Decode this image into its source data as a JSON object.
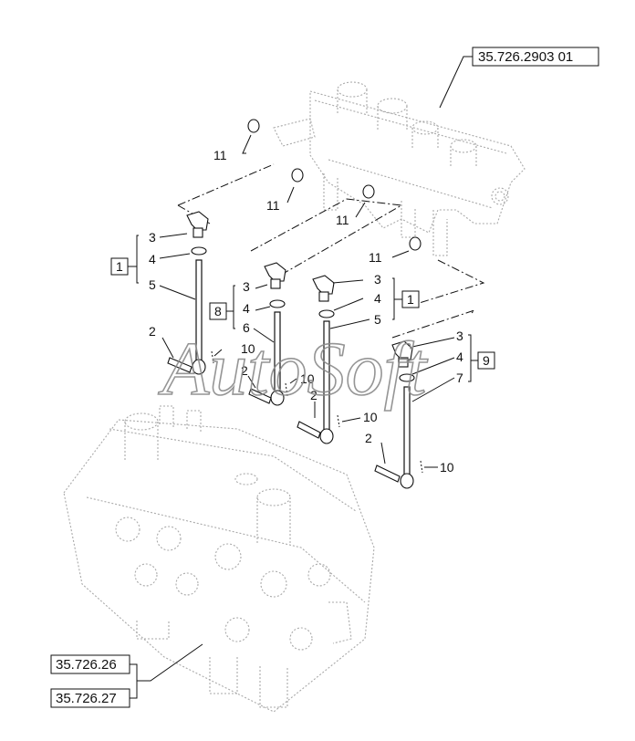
{
  "references": {
    "top_right": "35.726.2903 01",
    "bottom_left_1": "35.726.26",
    "bottom_left_2": "35.726.27"
  },
  "group_boxes": {
    "left": "1",
    "middle": "8",
    "right": "1",
    "far_right": "9"
  },
  "callouts": {
    "left": {
      "a": "3",
      "b": "4",
      "c": "5",
      "bolt": "2",
      "pin": "10"
    },
    "middle": {
      "a": "3",
      "b": "4",
      "c": "6",
      "bolt": "2",
      "pin": "10"
    },
    "right": {
      "a": "3",
      "b": "4",
      "c": "5",
      "bolt": "2",
      "pin": "10"
    },
    "far_right": {
      "a": "3",
      "b": "4",
      "c": "7",
      "bolt": "2",
      "pin": "10"
    },
    "plugs": [
      "11",
      "11",
      "11",
      "11"
    ]
  },
  "watermark": "AutoSoft"
}
